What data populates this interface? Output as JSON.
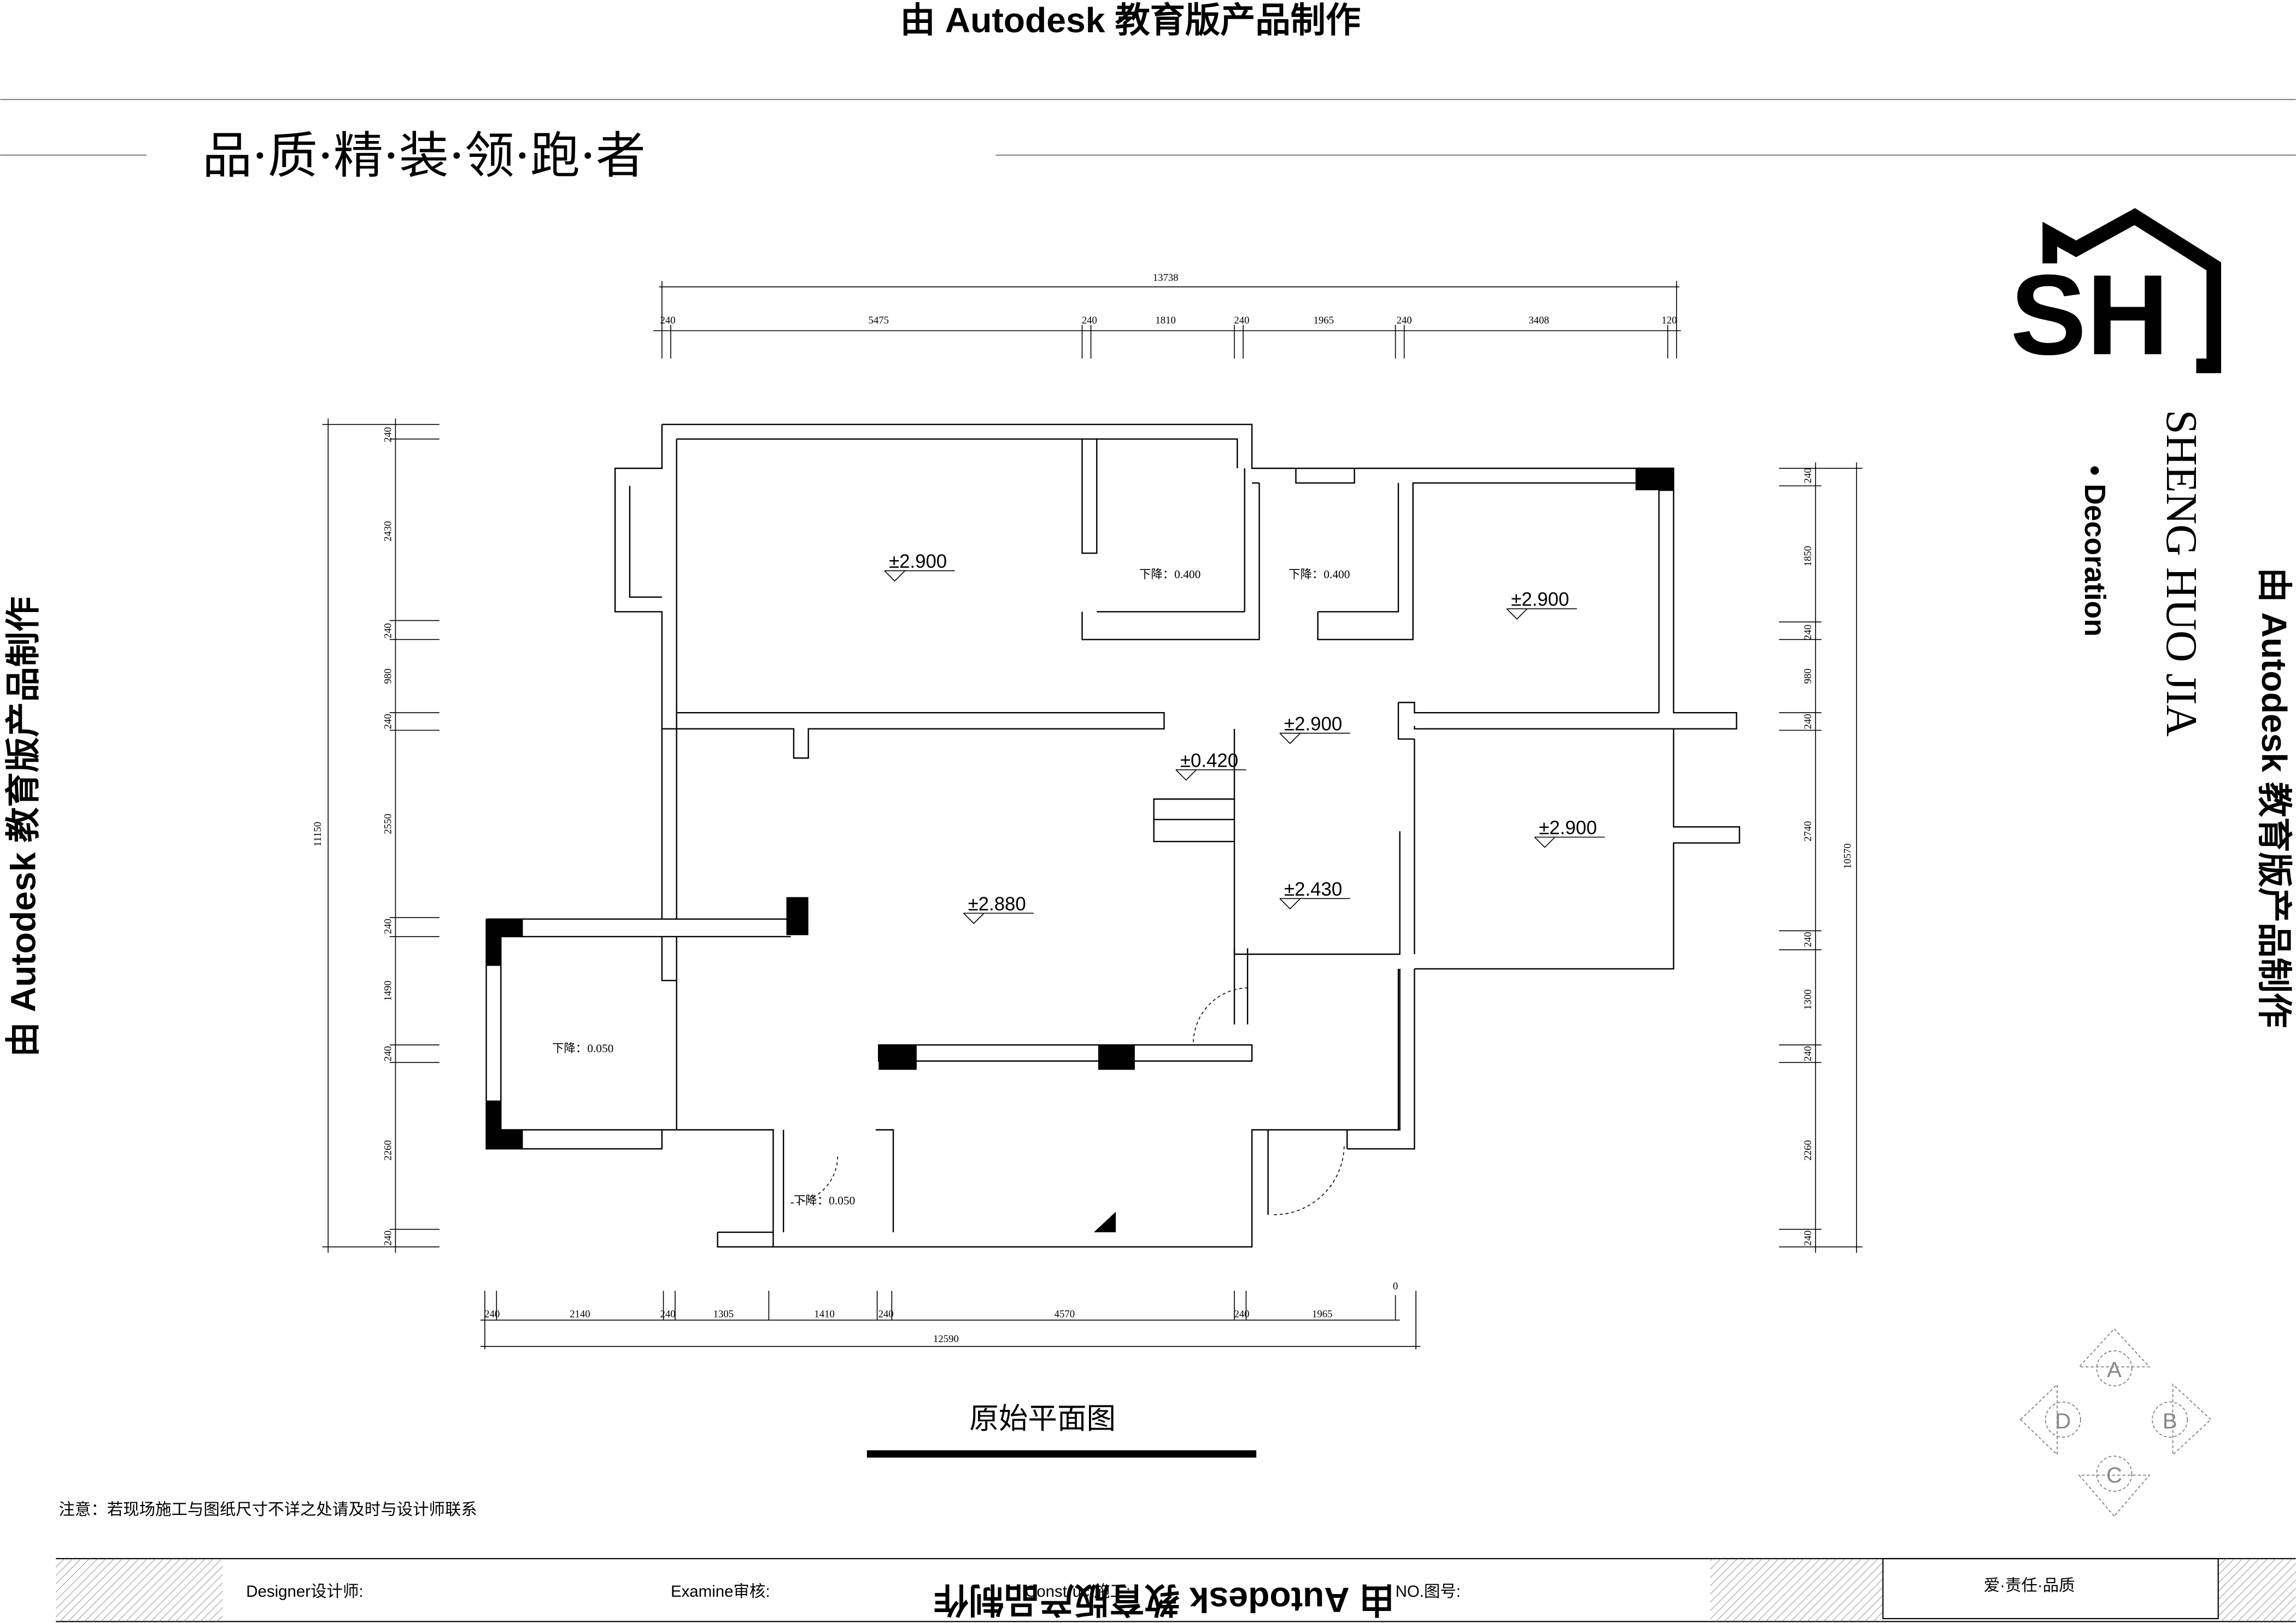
{
  "watermark": "由 Autodesk 教育版产品制作",
  "slogan": "品·质·精·装·领·跑·者",
  "logo": {
    "mark": "SH",
    "name": "SHENG HUO JIA",
    "sub": "• Decoration"
  },
  "dimensions": {
    "top_total": "13738",
    "top": [
      "240",
      "5475",
      "240",
      "1810",
      "240",
      "1965",
      "240",
      "3408",
      "120"
    ],
    "bottom_total": "12590",
    "bottom": [
      "240",
      "2140",
      "240",
      "1305",
      "1410",
      "240",
      "4570",
      "240",
      "1965",
      "0"
    ],
    "left_total": "11150",
    "left": [
      "240",
      "2430",
      "240",
      "980",
      "240",
      "2550",
      "240",
      "1490",
      "240",
      "2260",
      "240"
    ],
    "right_total": "10570",
    "right": [
      "240",
      "1850",
      "240",
      "980",
      "240",
      "2740",
      "240",
      "1300",
      "240",
      "2260",
      "240"
    ]
  },
  "elevations": [
    "±2.900",
    "±2.900",
    "±2.900",
    "±0.420",
    "±2.900",
    "±2.430",
    "±2.880"
  ],
  "drops": [
    "下降：0.400",
    "下降：0.400",
    "下降：0.050",
    "下降：0.050"
  ],
  "drawing_title": "原始平面图",
  "note": "注意：若现场施工与图纸尺寸不详之处请及时与设计师联系",
  "title_block": {
    "designer": "Designer设计师:",
    "examine": "Examine审核:",
    "construct": "Construct施工:",
    "drawing_no": "NO.图号:",
    "motto": "爱·责任·品质"
  },
  "compass": [
    "A",
    "B",
    "C",
    "D"
  ]
}
